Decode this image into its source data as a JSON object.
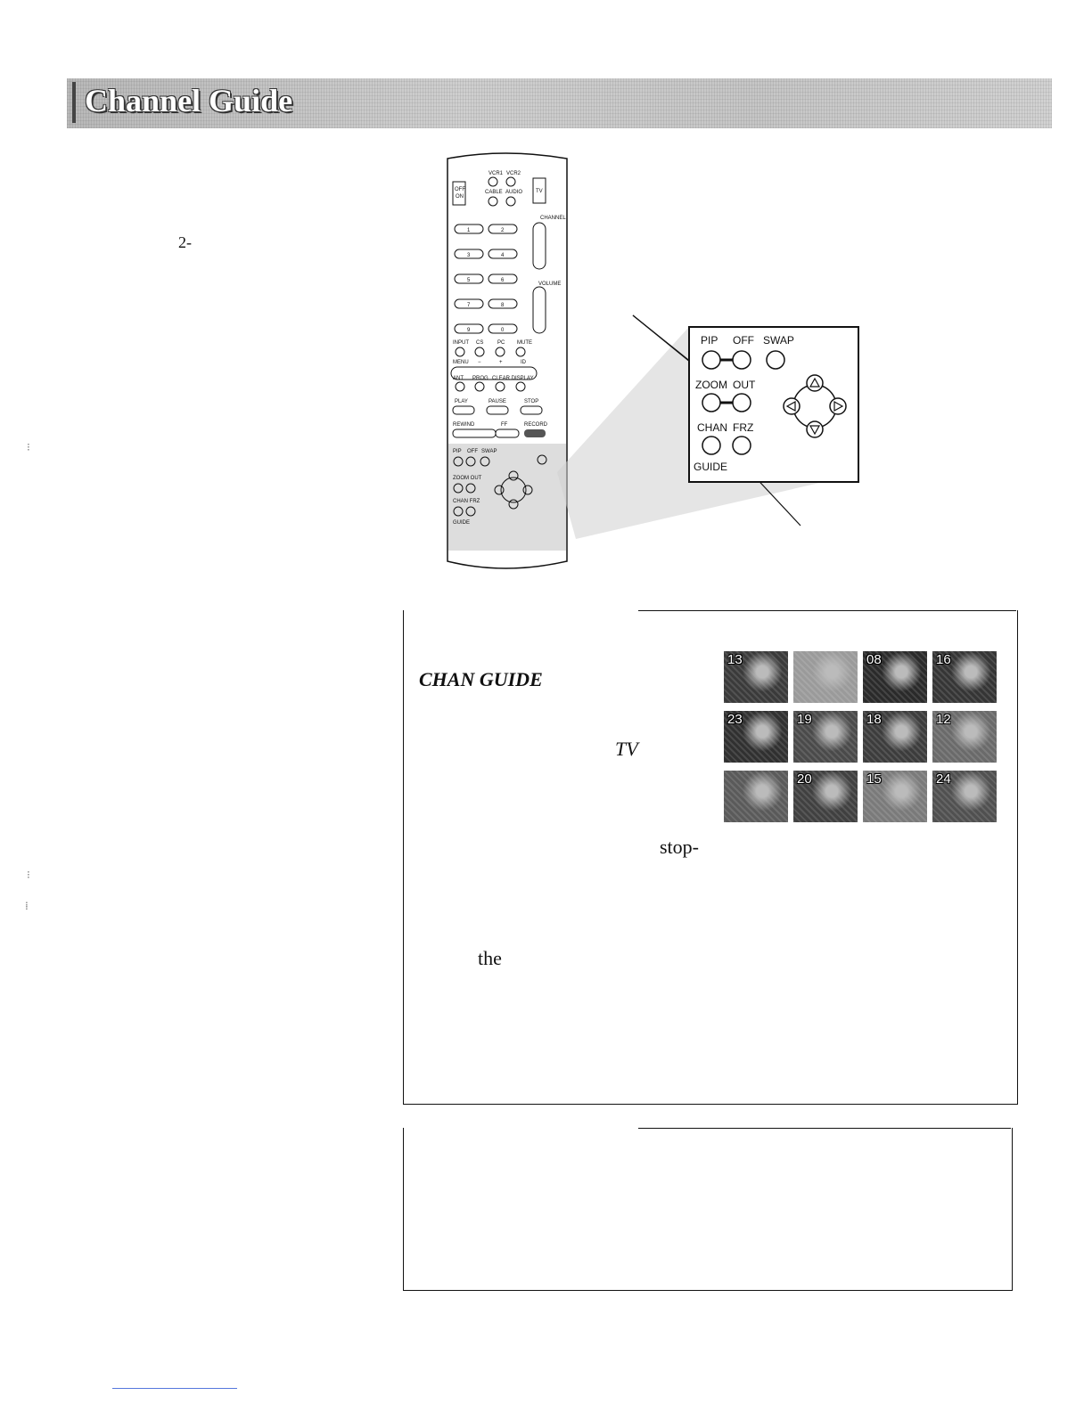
{
  "header": {
    "title": "Channel Guide"
  },
  "remote": {
    "labels": {
      "vcr1": "VCR1",
      "vcr2": "VCR2",
      "off_on_top": "OFF",
      "off_on_bottom": "ON",
      "cable": "CABLE",
      "audio": "AUDIO",
      "tv": "TV",
      "channel": "CHANNEL",
      "volume": "VOLUME",
      "digits": [
        "1",
        "2",
        "3",
        "4",
        "5",
        "6",
        "7",
        "8",
        "9",
        "0"
      ],
      "input": "INPUT",
      "cs": "CS",
      "pc": "PC",
      "mute": "MUTE",
      "menu": "MENU",
      "minus": "−",
      "plus": "+",
      "id": "ID",
      "ant": "ANT",
      "prog": "PROG",
      "clear_display": "CLEAR DISPLAY",
      "play": "PLAY",
      "pause": "PAUSE",
      "stop": "STOP",
      "rewind": "REWIND",
      "ff": "FF",
      "record": "RECORD",
      "pip": "PIP",
      "off": "OFF",
      "swap": "SWAP",
      "zoom_out": "ZOOM OUT",
      "chan_frz": "CHAN FRZ",
      "guide": "GUIDE"
    }
  },
  "panel": {
    "pip": "PIP",
    "off": "OFF",
    "swap": "SWAP",
    "zoom": "ZOOM",
    "out": "OUT",
    "chan": "CHAN",
    "frz": "FRZ",
    "guide": "GUIDE"
  },
  "margin": {
    "fragment": "2-"
  },
  "box1": {
    "chan_guide": "CHAN GUIDE",
    "tv": "TV",
    "stop": "stop-",
    "the": "the"
  },
  "thumbnails": [
    {
      "num": "13",
      "tone": "#3a3a3a"
    },
    {
      "num": "",
      "tone": "#9a9a9a"
    },
    {
      "num": "08",
      "tone": "#2a2a2a"
    },
    {
      "num": "16",
      "tone": "#353535"
    },
    {
      "num": "23",
      "tone": "#303030"
    },
    {
      "num": "19",
      "tone": "#4a4a4a"
    },
    {
      "num": "18",
      "tone": "#3c3c3c"
    },
    {
      "num": "12",
      "tone": "#6a6a6a"
    },
    {
      "num": "",
      "tone": "#5a5a5a"
    },
    {
      "num": "20",
      "tone": "#404040"
    },
    {
      "num": "15",
      "tone": "#7a7a7a"
    },
    {
      "num": "24",
      "tone": "#505050"
    }
  ]
}
